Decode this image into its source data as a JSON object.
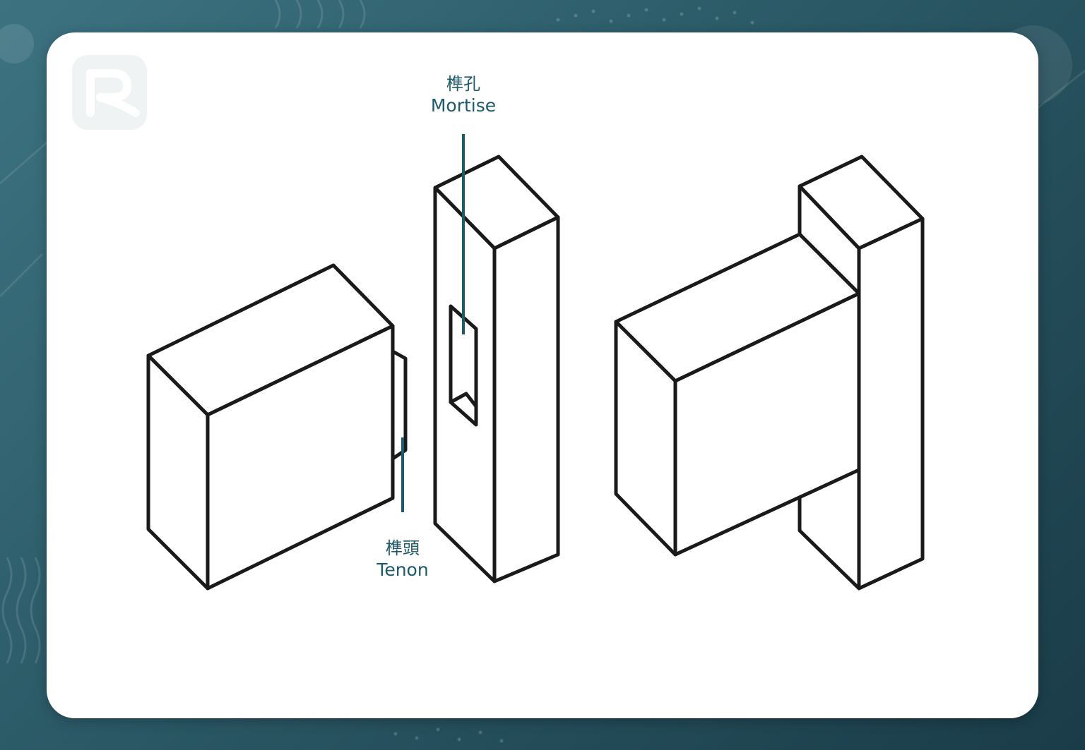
{
  "labels": {
    "mortise_zh": "榫孔",
    "mortise_en": "Mortise",
    "tenon_zh": "榫頭",
    "tenon_en": "Tenon"
  },
  "logo": {
    "letter": "R"
  },
  "colors": {
    "accent": "#1f5a6b",
    "stroke": "#1a1a1a",
    "background": "#2b5966",
    "card": "#ffffff"
  }
}
